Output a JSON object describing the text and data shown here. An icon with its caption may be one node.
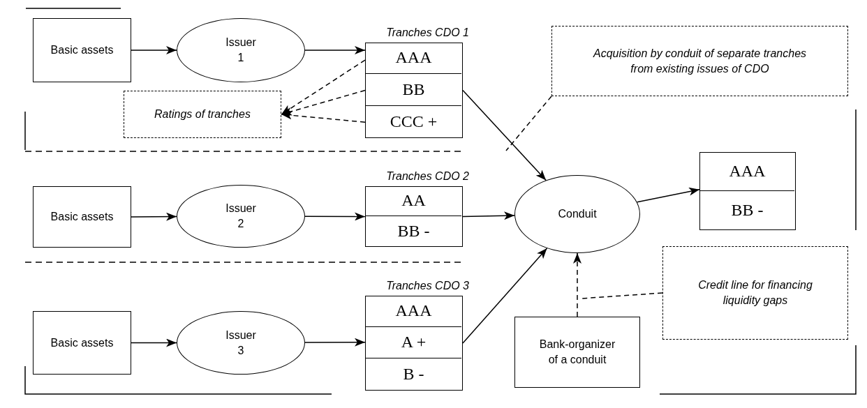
{
  "diagram": {
    "nodes": [
      {
        "text": [
          "Basic assets"
        ]
      },
      {
        "text": [
          "Issuer 1"
        ]
      },
      {
        "text": [
          "Tranches CDO 1"
        ]
      },
      {
        "text": [
          "AAA"
        ],
        "in": 2
      },
      {
        "text": [
          "BB"
        ],
        "in": 2
      },
      {
        "text": [
          "CCC +"
        ],
        "in": 2
      },
      {
        "text": [
          "Ratings of tranches"
        ]
      },
      {
        "text": [
          "Basic assets"
        ]
      },
      {
        "text": [
          "Issuer 2"
        ]
      },
      {
        "text": [
          "Tranches CDO 2"
        ]
      },
      {
        "text": [
          "AA"
        ],
        "in": 9
      },
      {
        "text": [
          "BB -"
        ],
        "in": 9
      },
      {
        "text": [
          "Basic assets"
        ]
      },
      {
        "text": [
          "Issuer 3"
        ]
      },
      {
        "text": [
          "Tranches CDO 3"
        ]
      },
      {
        "text": [
          "AAA"
        ],
        "in": 14
      },
      {
        "text": [
          "A +"
        ],
        "in": 14
      },
      {
        "text": [
          "B -"
        ],
        "in": 14
      },
      {
        "text": [
          "Conduit"
        ]
      },
      {
        "text": [],
        "shape": "box"
      },
      {
        "text": [
          "AAA"
        ],
        "in": 19
      },
      {
        "text": [
          "BB -"
        ],
        "in": 19
      },
      {
        "text": [
          "Acquisition by conduit of separate tranches from existing issues of CDO"
        ]
      },
      {
        "text": [
          "Bank-organizer of a conduit"
        ]
      },
      {
        "text": [
          "Credit line for financing liquidity gaps"
        ]
      }
    ],
    "edges": [
      {
        "from": 0,
        "to": 1,
        "arrow": "to"
      },
      {
        "from": 1,
        "to": 2,
        "arrow": "to"
      },
      {
        "from": 3,
        "to": 6,
        "arrow": "to",
        "style": "dashed"
      },
      {
        "from": 4,
        "to": 6,
        "arrow": "to",
        "style": "dashed"
      },
      {
        "from": 5,
        "to": 6,
        "arrow": "to",
        "style": "dashed"
      },
      {
        "from": 4,
        "to": 18,
        "arrow": "to"
      },
      {
        "from": 7,
        "to": 8,
        "arrow": "to"
      },
      {
        "from": 8,
        "to": 9,
        "arrow": "to"
      },
      {
        "from": 9,
        "to": 18,
        "arrow": "to"
      },
      {
        "from": 12,
        "to": 13,
        "arrow": "to"
      },
      {
        "from": 13,
        "to": 14,
        "arrow": "to"
      },
      {
        "from": 16,
        "to": 18,
        "arrow": "to"
      },
      {
        "from": 18,
        "to": 19,
        "arrow": "to"
      },
      {
        "from": 23,
        "to": 18,
        "arrow": "to",
        "style": "dashed"
      },
      {
        "from": 22,
        "to": null,
        "arrow": "none",
        "style": "dashed"
      },
      {
        "from": 24,
        "to": null,
        "arrow": "none",
        "style": "dashed"
      }
    ]
  }
}
